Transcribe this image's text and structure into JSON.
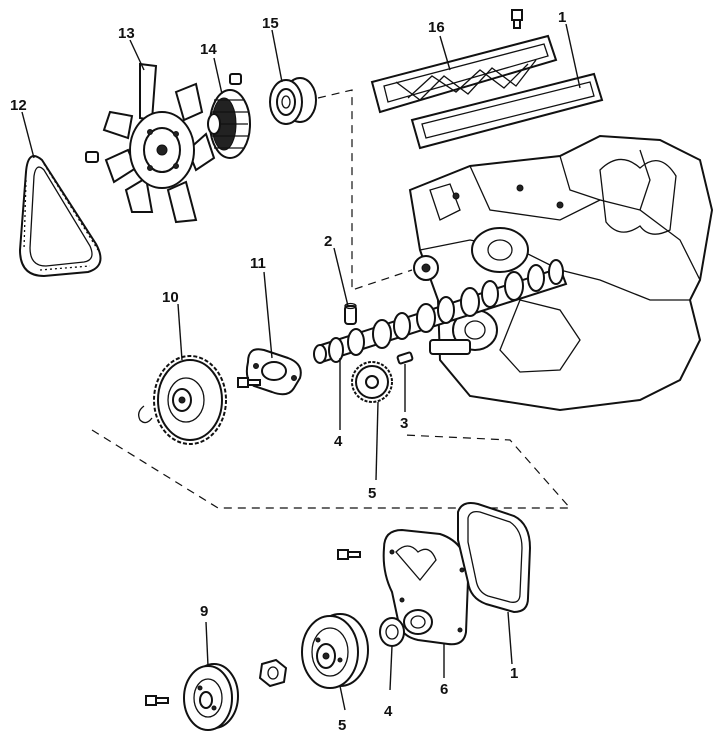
{
  "callouts": {
    "c1_top": "1",
    "c2": "2",
    "c3": "3",
    "c4_mid": "4",
    "c5_mid": "5",
    "c6": "6",
    "c1_bottom": "1",
    "c4_bottom": "4",
    "c5_bottom": "5",
    "c9": "9",
    "c10": "10",
    "c11": "11",
    "c12": "12",
    "c13": "13",
    "c14": "14",
    "c15": "15",
    "c16": "16"
  }
}
